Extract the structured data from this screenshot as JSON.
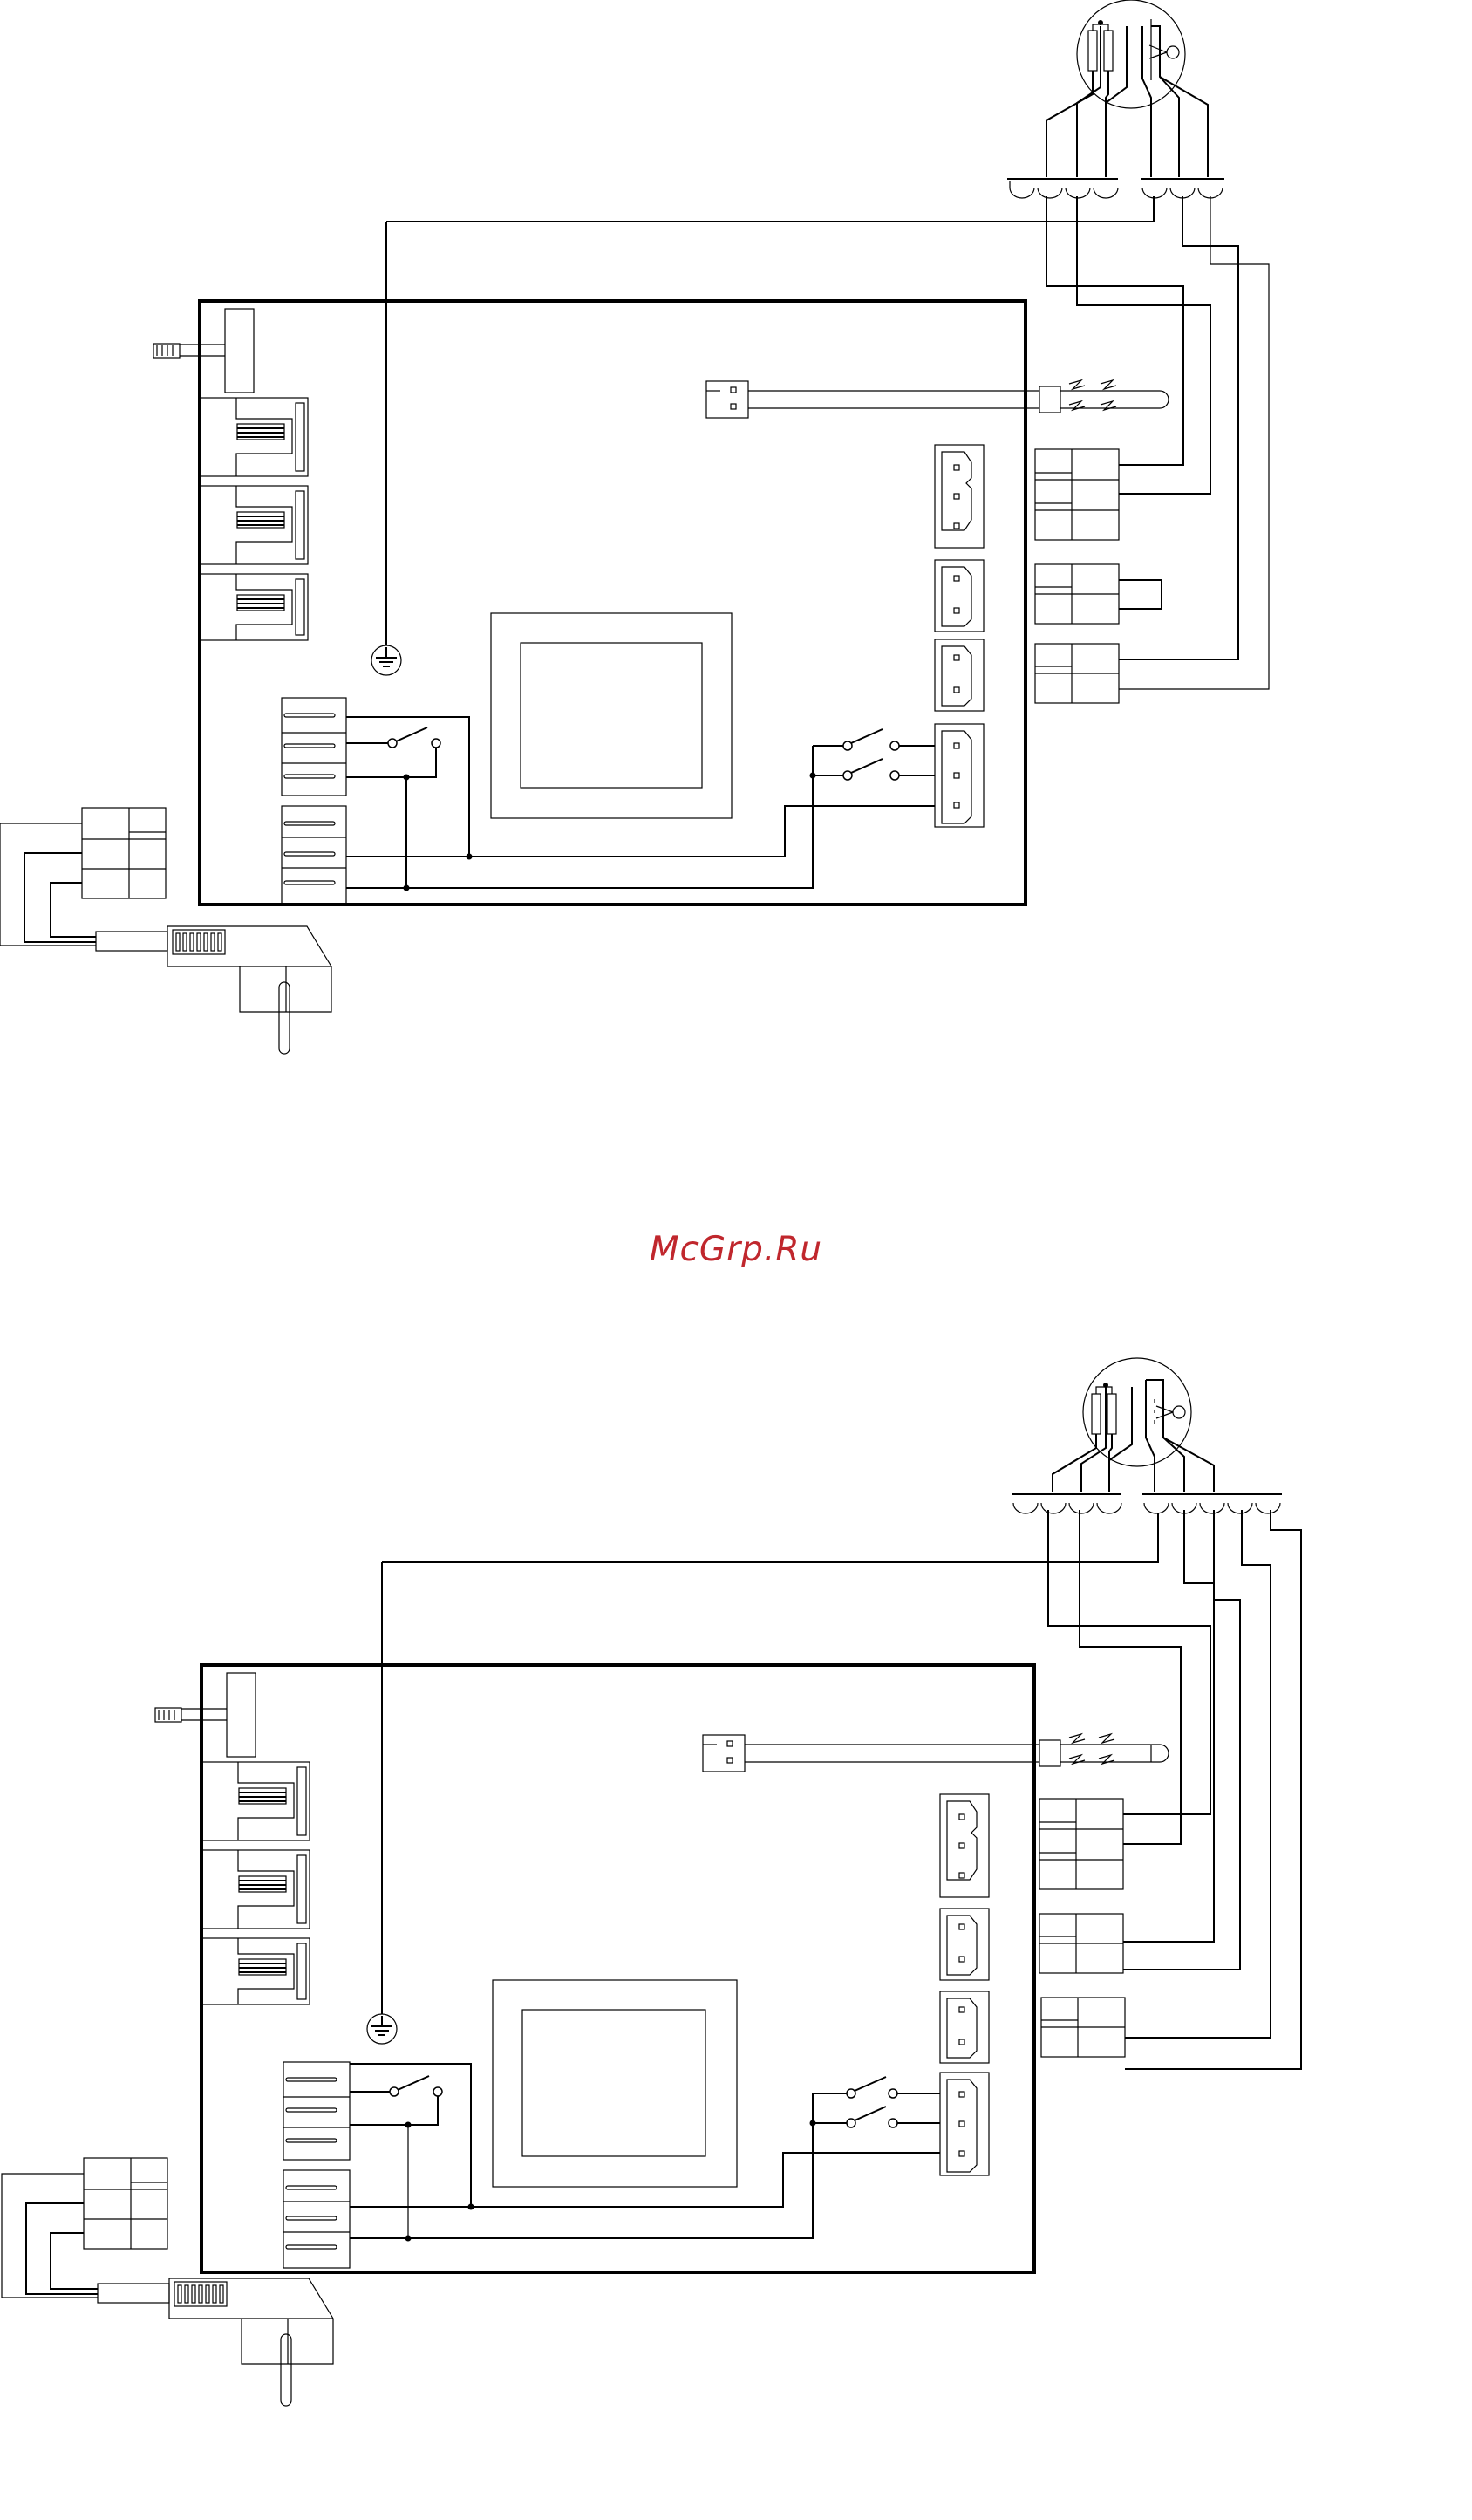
{
  "watermark": {
    "text": "McGrp.Ru",
    "color": "#c0272d"
  },
  "colors": {
    "line": "#000000",
    "background": "#ffffff"
  },
  "diagrams": [
    {
      "name": "wiring-diagram-top"
    },
    {
      "name": "wiring-diagram-bottom"
    }
  ]
}
